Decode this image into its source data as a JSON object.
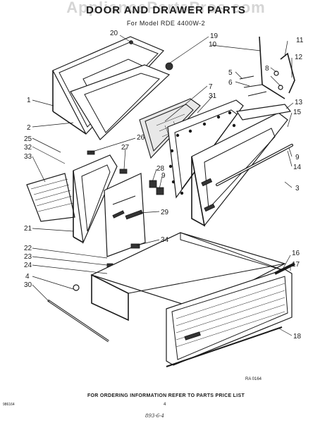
{
  "header": {
    "watermark": "AppliancePartsPros.com",
    "title": "DOOR AND DRAWER PARTS",
    "subtitle": "For Model  RDE 4400W-2"
  },
  "callouts": [
    "1",
    "2",
    "3",
    "4",
    "5",
    "6",
    "7",
    "8",
    "9",
    "9",
    "10",
    "11",
    "12",
    "13",
    "14",
    "15",
    "16",
    "17",
    "18",
    "19",
    "20",
    "21",
    "22",
    "23",
    "24",
    "25",
    "26",
    "27",
    "28",
    "29",
    "30",
    "31",
    "32",
    "33",
    "34"
  ],
  "diagram_code": "RA 0164",
  "footer": {
    "ordering_note": "FOR ORDERING INFORMATION REFER TO PARTS PRICE LIST",
    "left_code": "986164",
    "page_number": "4",
    "handwritten": "893-6-4"
  }
}
